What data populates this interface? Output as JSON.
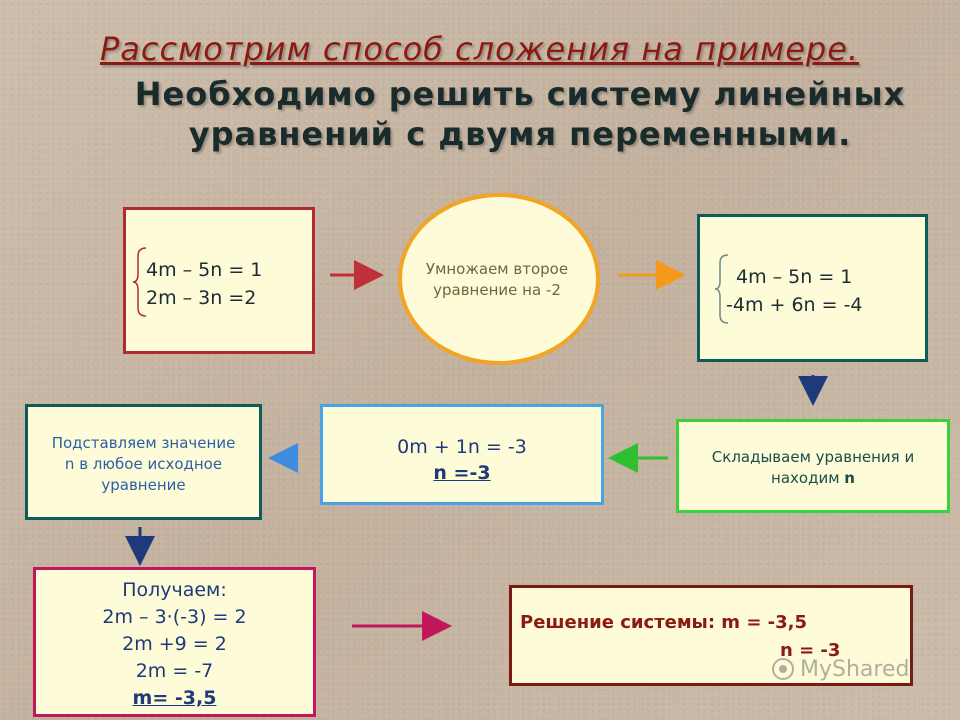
{
  "title": {
    "line1": "Рассмотрим способ сложения на примере.",
    "line2": "Необходимо решить систему линейных",
    "line3": "уравнений с двумя переменными."
  },
  "box1": {
    "eq1": "4m – 5n = 1",
    "eq2": "2m – 3n =2"
  },
  "circle": {
    "line1": "Умножаем второе",
    "line2": "уравнение на -2"
  },
  "box2": {
    "eq1": "4m – 5n = 1",
    "eq2": "-4m + 6n = -4"
  },
  "box3": {
    "line1": "Складываем уравнения и",
    "line2_text": "находим ",
    "line2_bold": "n"
  },
  "box4": {
    "eq1": "0m + 1n = -3",
    "result": "n =-3"
  },
  "box5": {
    "line1": "Подставляем значение",
    "line2": "n в любое исходное",
    "line3": "уравнение"
  },
  "box6": {
    "line1": "Получаем:",
    "line2": "2m – 3·(-3) = 2",
    "line3": "2m +9 = 2",
    "line4": "2m = -7",
    "result": "m= -3,5"
  },
  "box7": {
    "line1": "Решение системы: m = -3,5",
    "line2": "n = -3"
  },
  "watermark": "MyShared",
  "colors": {
    "title_red": "#8c1a12",
    "box_red_border": "#b02b2e",
    "circle_border": "#f2a424",
    "box_teal_border": "#0e5c57",
    "box_green_border": "#3bd13b",
    "box_blue_border": "#4aa3e6",
    "box_magenta_border": "#c2185b",
    "box_darkred_border": "#7a1a12",
    "arrow_red": "#c0303a",
    "arrow_orange": "#f39a1c",
    "arrow_navy": "#1f3a7a",
    "arrow_green": "#2fbf2f",
    "arrow_blue": "#3f8be0",
    "arrow_magenta": "#c2185b"
  }
}
